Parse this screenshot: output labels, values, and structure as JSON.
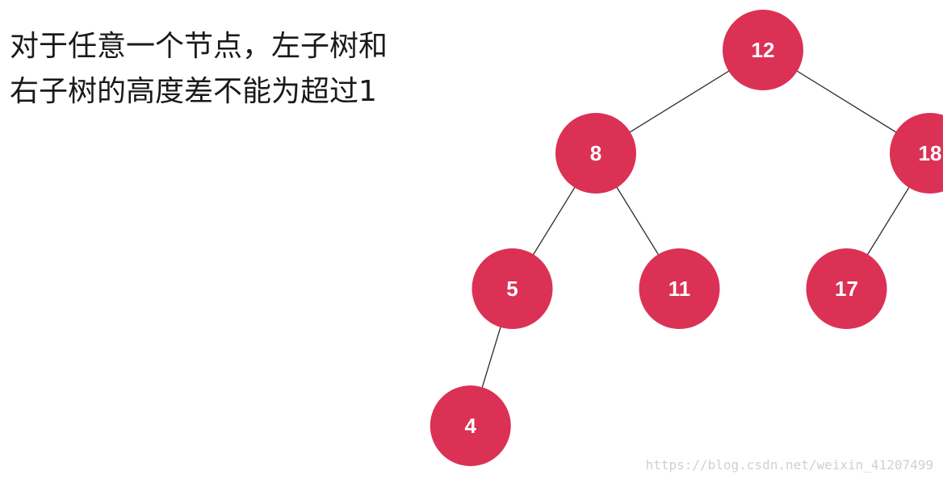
{
  "caption": {
    "line1": "对于任意一个节点，左子树和",
    "line2": "右子树的高度差不能为超过1"
  },
  "tree": {
    "node_color": "#db3155",
    "edge_color": "#2b2b2b",
    "label_color": "#ffffff",
    "nodes": [
      {
        "id": "n12",
        "label": "12",
        "depth": 0,
        "slot": 8
      },
      {
        "id": "n8",
        "label": "8",
        "depth": 1,
        "slot": 4
      },
      {
        "id": "n18",
        "label": "18",
        "depth": 1,
        "slot": 12
      },
      {
        "id": "n5",
        "label": "5",
        "depth": 2,
        "slot": 2
      },
      {
        "id": "n11",
        "label": "11",
        "depth": 2,
        "slot": 6
      },
      {
        "id": "n17",
        "label": "17",
        "depth": 2,
        "slot": 10
      },
      {
        "id": "n4",
        "label": "4",
        "depth": 3,
        "slot": 1
      }
    ],
    "edges": [
      [
        "n12",
        "n8"
      ],
      [
        "n12",
        "n18"
      ],
      [
        "n8",
        "n5"
      ],
      [
        "n8",
        "n11"
      ],
      [
        "n18",
        "n17"
      ],
      [
        "n5",
        "n4"
      ]
    ]
  },
  "watermark": "https://blog.csdn.net/weixin_41207499"
}
